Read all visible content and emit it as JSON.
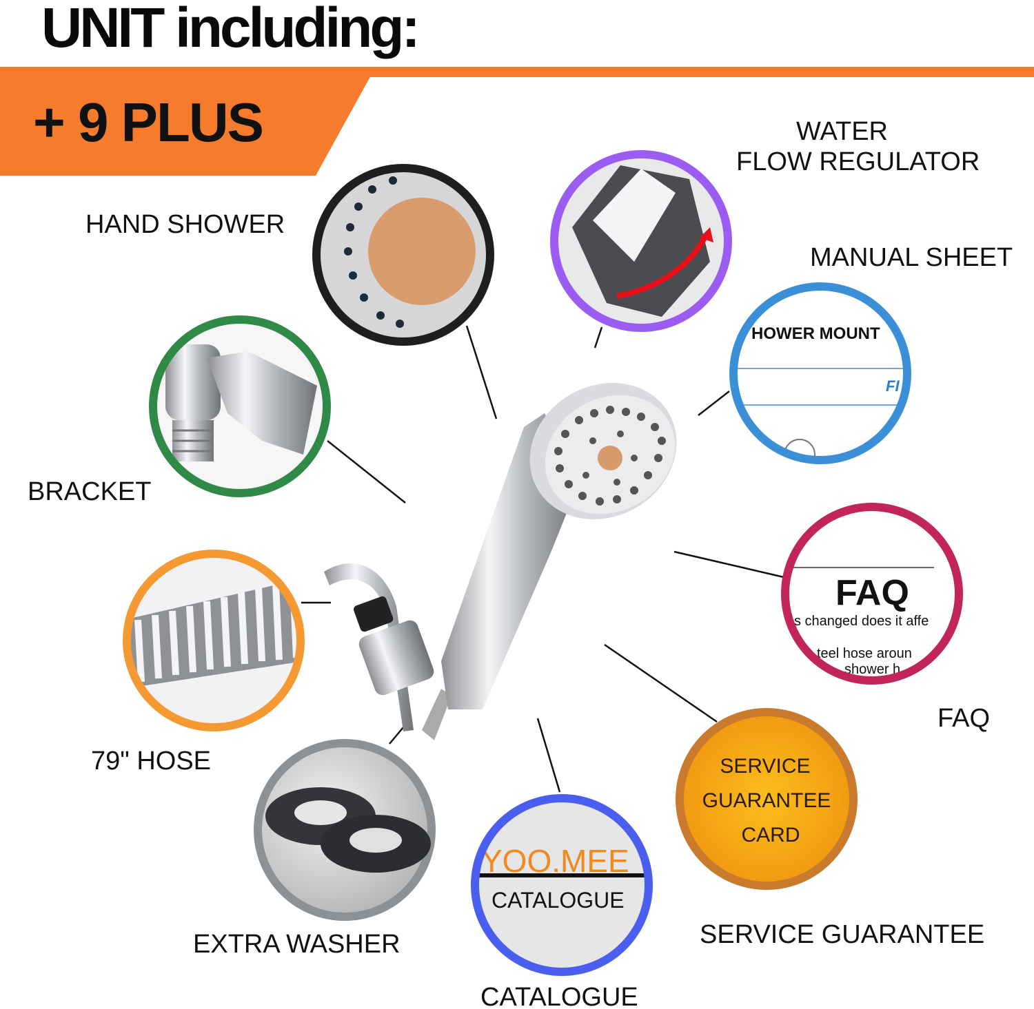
{
  "header": {
    "title": "UNIT including:",
    "badge": "+ 9 PLUS"
  },
  "colors": {
    "accent_orange": "#f47c2c",
    "hand_shower_ring": "#1e1e1e",
    "water_flow_ring": "#9b5cf2",
    "manual_ring": "#3b8fd6",
    "bracket_ring": "#2f8a47",
    "faq_ring": "#c2245c",
    "hose_ring": "#f59a33",
    "service_ring": "#c97a2c",
    "washer_ring": "#8c9196",
    "catalogue_ring": "#4a5ef0"
  },
  "items": {
    "hand_shower": {
      "label": "HAND SHOWER"
    },
    "water_flow": {
      "label_line1": "WATER",
      "label_line2": "FLOW REGULATOR"
    },
    "manual": {
      "label": "MANUAL SHEET",
      "inner_text": "HOWER MOUNT",
      "inner_text2": "FI"
    },
    "bracket": {
      "label": "BRACKET"
    },
    "faq": {
      "label": "FAQ",
      "inner_title": "FAQ",
      "inner_line1": "s changed does it affe",
      "inner_line2": "teel hose aroun",
      "inner_line3": "shower h"
    },
    "hose": {
      "label": "79\" HOSE"
    },
    "service": {
      "label": "SERVICE GUARANTEE",
      "inner_line1": "SERVICE",
      "inner_line2": "GUARANTEE",
      "inner_line3": "CARD"
    },
    "washer": {
      "label": "EXTRA WASHER"
    },
    "catalogue": {
      "label": "CATALOGUE",
      "inner_brand": "YOO.MEE",
      "inner_text": "CATALOGUE"
    }
  }
}
